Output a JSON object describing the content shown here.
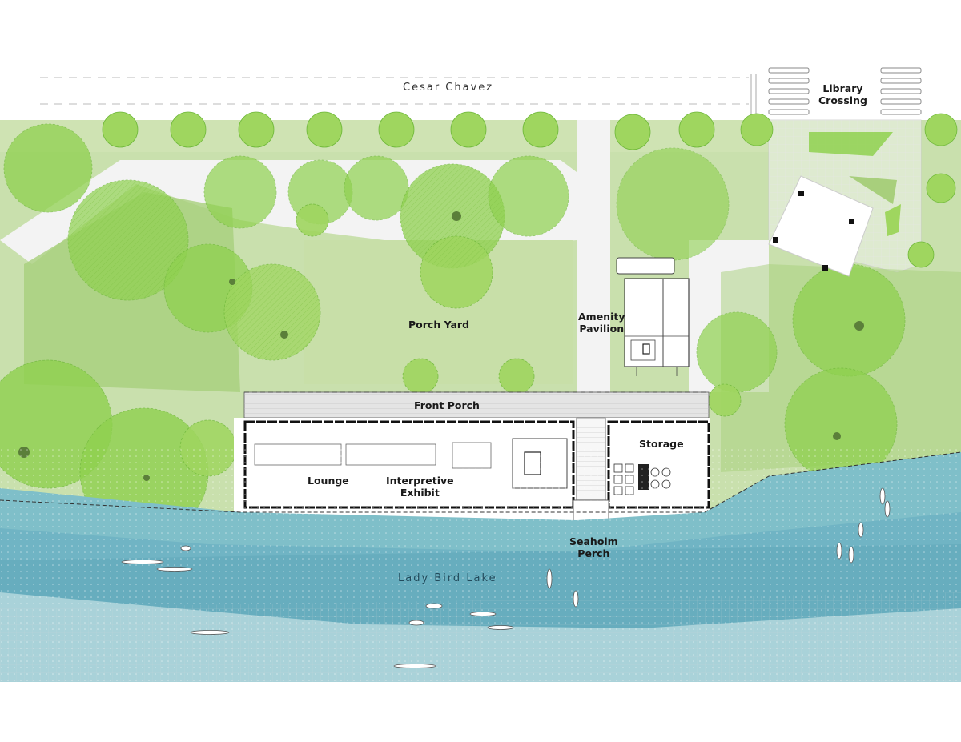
{
  "map": {
    "labels": {
      "street": "Cesar Chavez",
      "library_crossing_line1": "Library",
      "library_crossing_line2": "Crossing",
      "porch_yard": "Porch Yard",
      "amenity_pavilion_line1": "Amenity",
      "amenity_pavilion_line2": "Pavilion",
      "front_porch": "Front Porch",
      "storage": "Storage",
      "lounge": "Lounge",
      "interpretive_exhibit_line1": "Interpretive",
      "interpretive_exhibit_line2": "Exhibit",
      "seaholm_perch_line1": "Seaholm",
      "seaholm_perch_line2": "Perch",
      "lake": "Lady Bird Lake"
    },
    "colors": {
      "street_bg": "#ffffff",
      "lawn": "#cfe3b3",
      "lawn_dark": "#a8cf7c",
      "tree": "#8fd14f",
      "tree_dark": "#6fb83a",
      "path": "#f2f2f2",
      "plaza": "#ececec",
      "building_wall": "#111111",
      "water_light": "#a9d2d9",
      "water_mid": "#6fb3c3",
      "water_dark": "#4d9cb0"
    },
    "icons": [
      "tree-icon",
      "kayak-icon",
      "crosswalk-icon",
      "bench-icon"
    ]
  }
}
